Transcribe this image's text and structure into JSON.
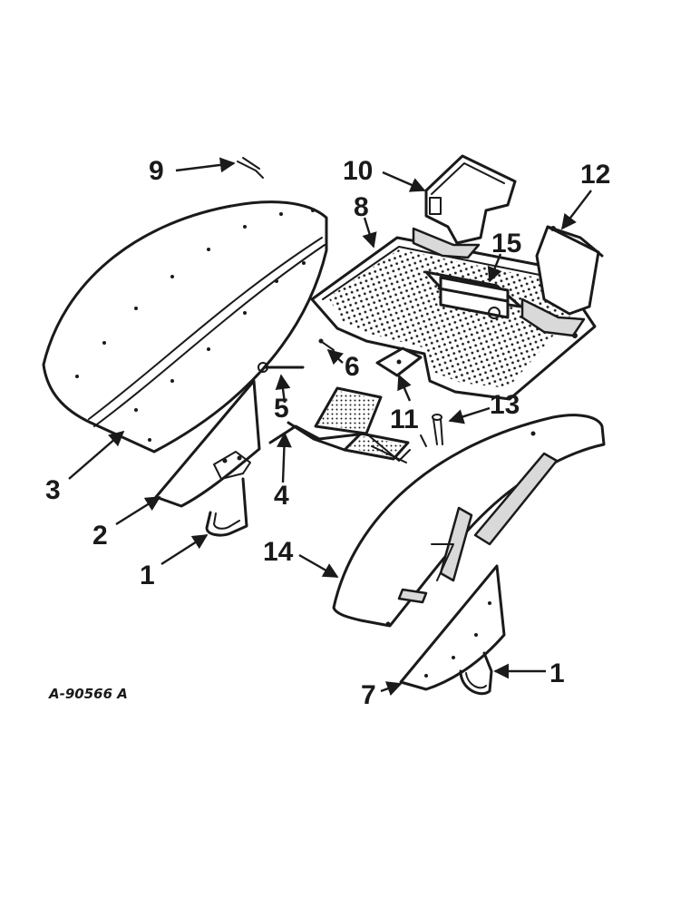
{
  "drawing": {
    "reference": "A-90566 A",
    "callouts": [
      {
        "id": "c9",
        "label": "9"
      },
      {
        "id": "c10",
        "label": "10"
      },
      {
        "id": "c12",
        "label": "12"
      },
      {
        "id": "c8",
        "label": "8"
      },
      {
        "id": "c15",
        "label": "15"
      },
      {
        "id": "c6",
        "label": "6"
      },
      {
        "id": "c5",
        "label": "5"
      },
      {
        "id": "c13",
        "label": "13"
      },
      {
        "id": "c11",
        "label": "11"
      },
      {
        "id": "c3",
        "label": "3"
      },
      {
        "id": "c4",
        "label": "4"
      },
      {
        "id": "c2",
        "label": "2"
      },
      {
        "id": "c14",
        "label": "14"
      },
      {
        "id": "c1a",
        "label": "1"
      },
      {
        "id": "c1b",
        "label": "1"
      },
      {
        "id": "c7",
        "label": "7"
      }
    ]
  }
}
